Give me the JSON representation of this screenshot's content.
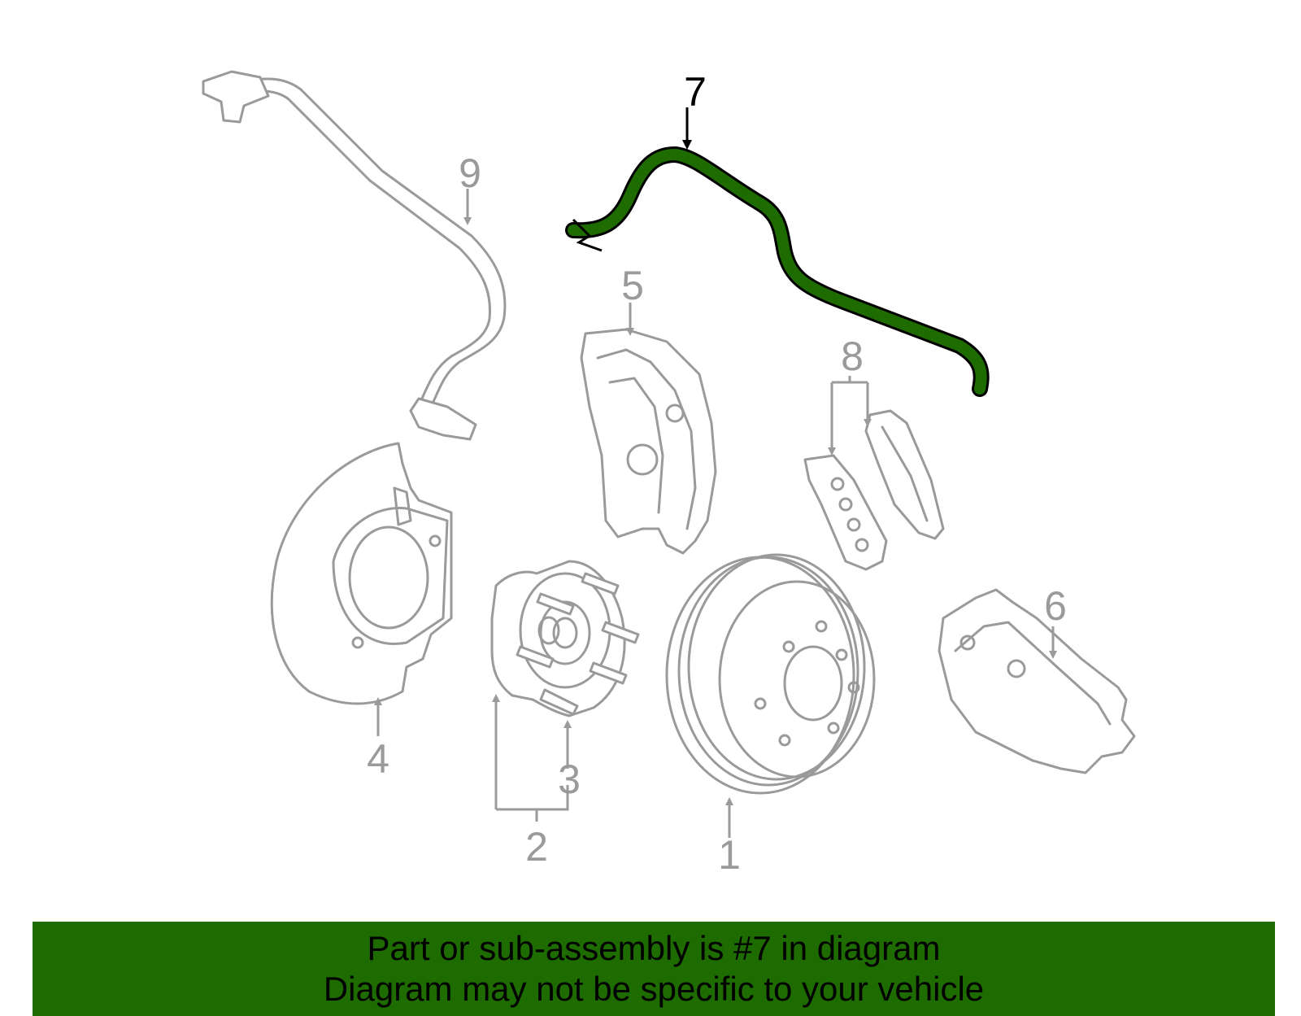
{
  "diagram": {
    "highlighted_part": "7",
    "highlight_color": "#1e6b00",
    "part_color": "#9a9a9a",
    "callouts": {
      "c1": "1",
      "c2": "2",
      "c3": "3",
      "c4": "4",
      "c5": "5",
      "c6": "6",
      "c7": "7",
      "c8": "8",
      "c9": "9"
    }
  },
  "banner": {
    "line1": "Part or sub-assembly is #7 in diagram",
    "line2": "Diagram may not be specific to your vehicle",
    "background": "#1e6b00"
  }
}
